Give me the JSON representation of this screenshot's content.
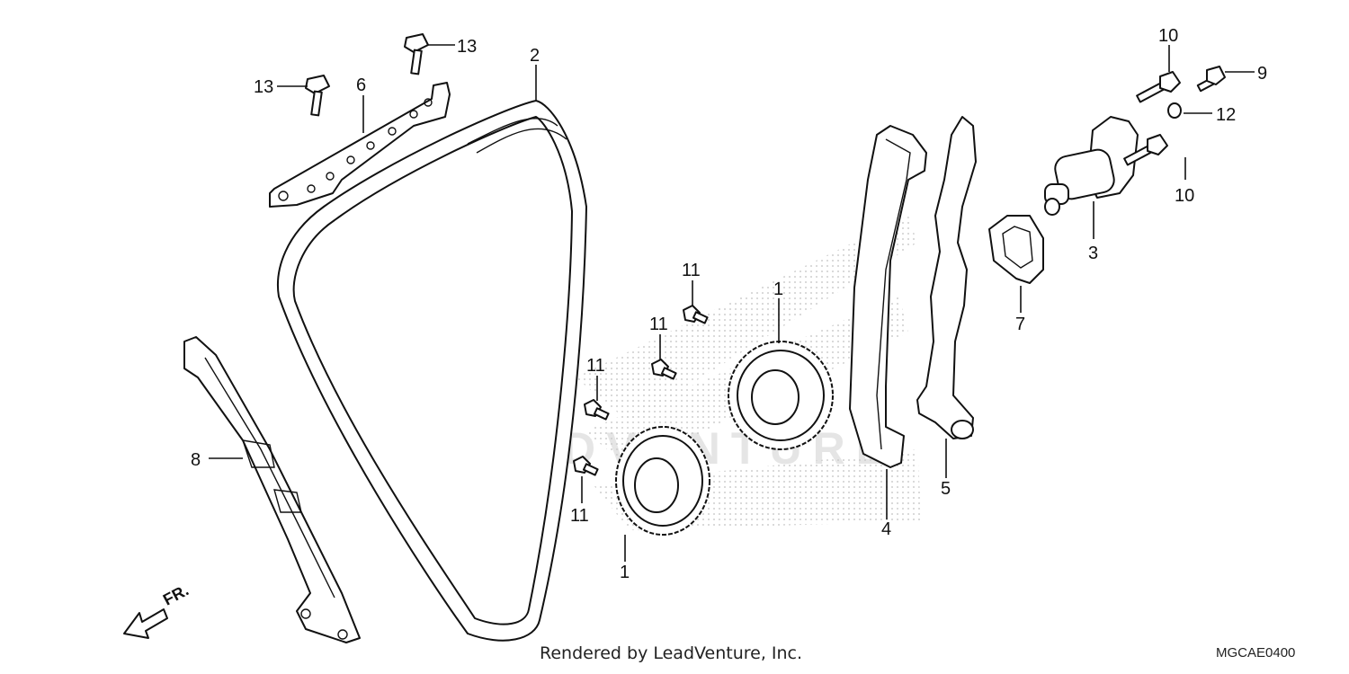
{
  "footer": {
    "credit": "Rendered by LeadVenture, Inc.",
    "diagram_code": "MGCAE0400"
  },
  "direction_indicator": {
    "label": "FR.",
    "icon": "front-direction-arrow-icon"
  },
  "watermark": {
    "text": "LEADVENTURE"
  },
  "callouts": [
    {
      "id": "callout-13-left",
      "number": "13"
    },
    {
      "id": "callout-13-top",
      "number": "13"
    },
    {
      "id": "callout-6",
      "number": "6"
    },
    {
      "id": "callout-2",
      "number": "2"
    },
    {
      "id": "callout-8",
      "number": "8"
    },
    {
      "id": "callout-11-a",
      "number": "11"
    },
    {
      "id": "callout-11-b",
      "number": "11"
    },
    {
      "id": "callout-11-c",
      "number": "11"
    },
    {
      "id": "callout-11-d",
      "number": "11"
    },
    {
      "id": "callout-1-top",
      "number": "1"
    },
    {
      "id": "callout-1-bottom",
      "number": "1"
    },
    {
      "id": "callout-4",
      "number": "4"
    },
    {
      "id": "callout-5",
      "number": "5"
    },
    {
      "id": "callout-7",
      "number": "7"
    },
    {
      "id": "callout-3",
      "number": "3"
    },
    {
      "id": "callout-10-top",
      "number": "10"
    },
    {
      "id": "callout-10-bottom",
      "number": "10"
    },
    {
      "id": "callout-9",
      "number": "9"
    },
    {
      "id": "callout-12",
      "number": "12"
    }
  ],
  "colors": {
    "line": "#111111",
    "background": "#ffffff",
    "watermark": "#e6e6e6"
  }
}
